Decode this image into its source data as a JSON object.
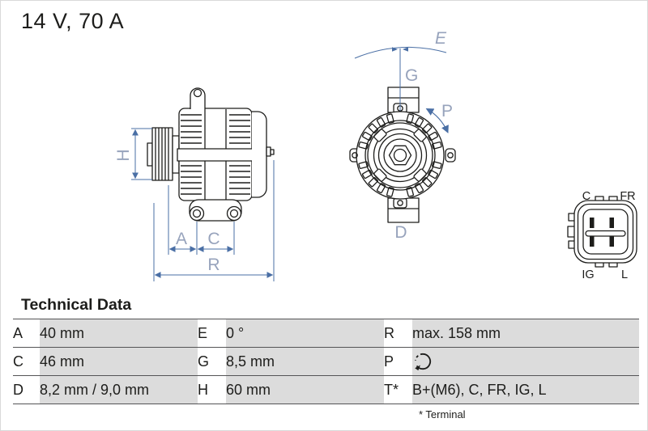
{
  "header": {
    "rating": "14 V, 70 A"
  },
  "diagram": {
    "side_view": {
      "labels": {
        "h": "H",
        "a": "A",
        "c": "C",
        "r": "R"
      }
    },
    "front_view": {
      "labels": {
        "e": "E",
        "g": "G",
        "p": "P",
        "d": "D"
      }
    },
    "connector": {
      "labels": {
        "top_left": "C",
        "top_right": "FR",
        "bottom_left": "IG",
        "bottom_right": "L"
      }
    }
  },
  "technical_data": {
    "title": "Technical Data",
    "rows": [
      [
        {
          "label": "A",
          "value": "40 mm"
        },
        {
          "label": "E",
          "value": "0 °"
        },
        {
          "label": "R",
          "value": "max. 158 mm"
        }
      ],
      [
        {
          "label": "C",
          "value": "46 mm"
        },
        {
          "label": "G",
          "value": "8,5 mm"
        },
        {
          "label": "P",
          "value": "",
          "icon": "rotation-direction-icon"
        }
      ],
      [
        {
          "label": "D",
          "value": "8,2 mm / 9,0 mm"
        },
        {
          "label": "H",
          "value": "60 mm"
        },
        {
          "label": "T*",
          "value": "B+(M6), C, FR, IG, L"
        }
      ]
    ],
    "footnote": "* Terminal"
  },
  "colors": {
    "dimension_line": "#4a6fa5",
    "dimension_label": "#97a3bc",
    "line_art": "#1d1d1b",
    "table_value_bg": "#dcdcdc",
    "table_border": "#545456"
  }
}
